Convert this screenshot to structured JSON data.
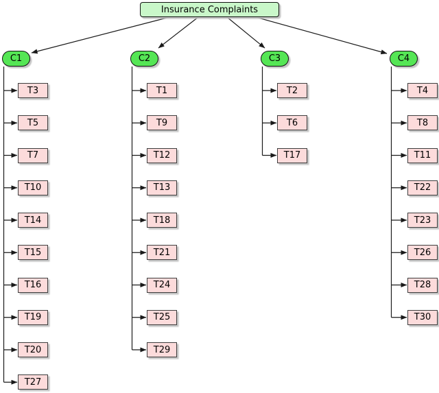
{
  "diagram": {
    "title": "Insurance Complaints",
    "type": "tree",
    "colors": {
      "root_fill": "#c9f7c9",
      "cluster_fill": "#55e655",
      "task_fill": "#fcdbdb",
      "node_border": "#121212",
      "task_border": "#3d3d3d",
      "edge": "#1a1a1a",
      "shadow": "#c3c3c3",
      "background": "#ffffff"
    },
    "clusters": [
      {
        "label": "C1",
        "tasks": [
          "T3",
          "T5",
          "T7",
          "T10",
          "T14",
          "T15",
          "T16",
          "T19",
          "T20",
          "T27"
        ]
      },
      {
        "label": "C2",
        "tasks": [
          "T1",
          "T9",
          "T12",
          "T13",
          "T18",
          "T21",
          "T24",
          "T25",
          "T29"
        ]
      },
      {
        "label": "C3",
        "tasks": [
          "T2",
          "T6",
          "T17"
        ]
      },
      {
        "label": "C4",
        "tasks": [
          "T4",
          "T8",
          "T11",
          "T22",
          "T23",
          "T26",
          "T28",
          "T30"
        ]
      }
    ]
  }
}
